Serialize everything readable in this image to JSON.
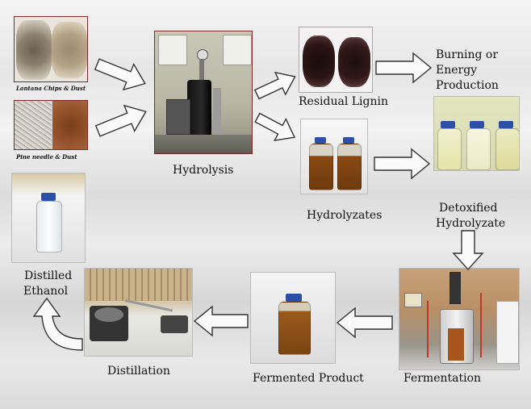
{
  "labels": {
    "lantana": "Lantana Chips & Dust",
    "pine": "Pine needle & Dust",
    "hydrolysis": "Hydrolysis",
    "residual_lignin": "Residual Lignin",
    "burning_line1": "Burning or",
    "burning_line2": "Energy",
    "burning_line3": "Production",
    "hydrolyzates": "Hydrolyzates",
    "detox_line1": "Detoxified",
    "detox_line2": "Hydrolyzate",
    "fermentation": "Fermentation",
    "fermented_product": "Fermented Product",
    "distillation": "Distillation",
    "distilled_line1": "Distilled",
    "distilled_line2": "Ethanol"
  },
  "colors": {
    "frame_border": "#7a2a2a",
    "arrow_fill": "#fafafa",
    "arrow_stroke": "#333333",
    "hydrolyzate_liquid": "#8a4a12",
    "detox_liquid": "#e7e6b0",
    "cap_blue": "#2e4fa8"
  }
}
